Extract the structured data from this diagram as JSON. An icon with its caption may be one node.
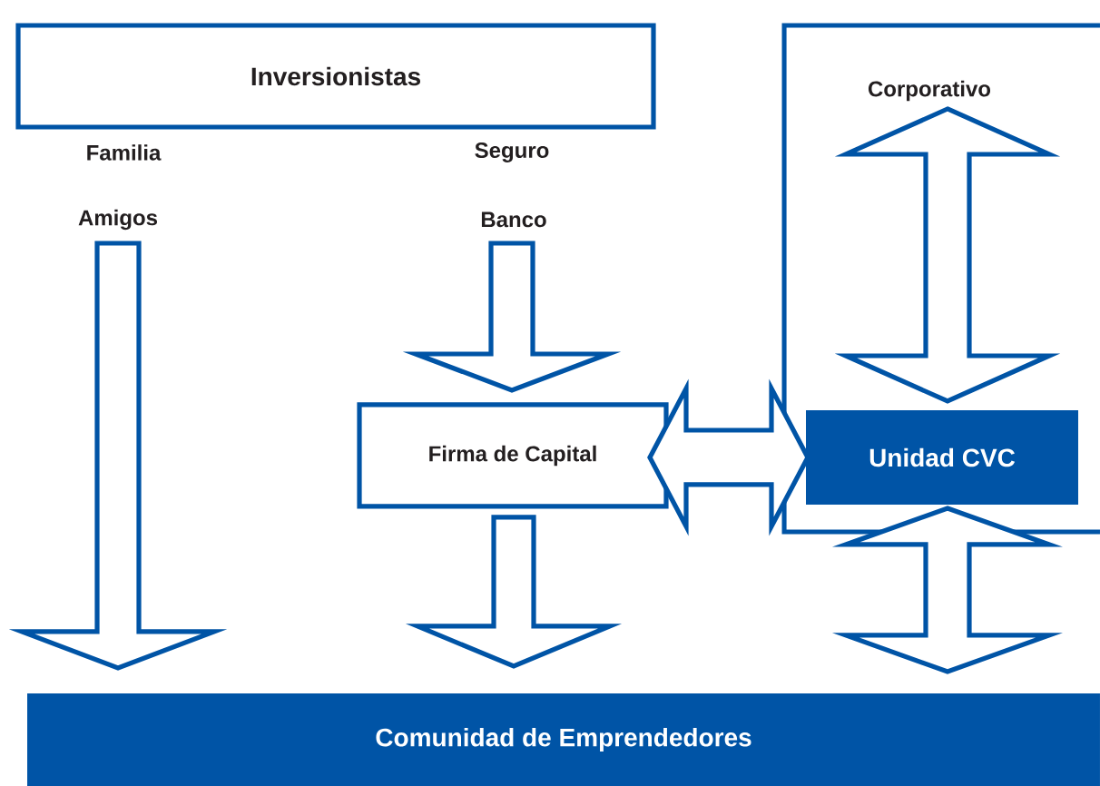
{
  "diagram": {
    "nodes": [
      {
        "text": [
          "Inversionistas"
        ]
      },
      {
        "text": [
          "Corporativo"
        ]
      },
      {
        "text": [
          "Amigos"
        ]
      },
      {
        "text": [
          "Banco"
        ]
      },
      {
        "text": [
          "Firma de Capital"
        ]
      },
      {
        "text": [
          "Unidad CVC"
        ],
        "in": 1
      },
      {
        "text": [
          "Comunidad de Emprendedores"
        ]
      }
    ],
    "edges": [
      {
        "from": 1,
        "to": 5,
        "arrow": "both"
      },
      {
        "from": 2,
        "to": 6,
        "arrow": "to"
      },
      {
        "from": 3,
        "to": 4,
        "arrow": "to"
      },
      {
        "from": 4,
        "to": 5,
        "arrow": "both"
      },
      {
        "from": 4,
        "to": 6,
        "arrow": "to"
      },
      {
        "from": 5,
        "to": 6,
        "arrow": "both"
      }
    ],
    "labels": [
      "Familia",
      "Seguro"
    ]
  }
}
